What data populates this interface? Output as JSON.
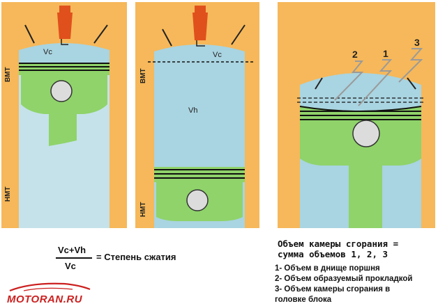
{
  "labels": {
    "vc": "Vc",
    "vh": "Vh",
    "tdc": "ВМТ",
    "bdc": "НМТ",
    "n1": "1",
    "n2": "2",
    "n3": "3"
  },
  "formula": {
    "numerator": "Vc+Vh",
    "denominator": "Vc",
    "result": "= Степень сжатия"
  },
  "chamber": {
    "title_line1": "Объем камеры сгорания =",
    "title_line2": "сумма объемов 1, 2, 3"
  },
  "legend": [
    "1- Объем в днище поршня",
    "2- Объем образуемый прокладкой",
    "3- Объем камеры сгорания в",
    "головке блока"
  ],
  "logo": {
    "text": "MOTORAN.RU"
  },
  "colors": {
    "background": "#f6b85a",
    "cylinder": "#a9d4e1",
    "cylinder_light": "#c5e2ea",
    "piston": "#8fd36a",
    "spark_plug": "#e0501c"
  }
}
